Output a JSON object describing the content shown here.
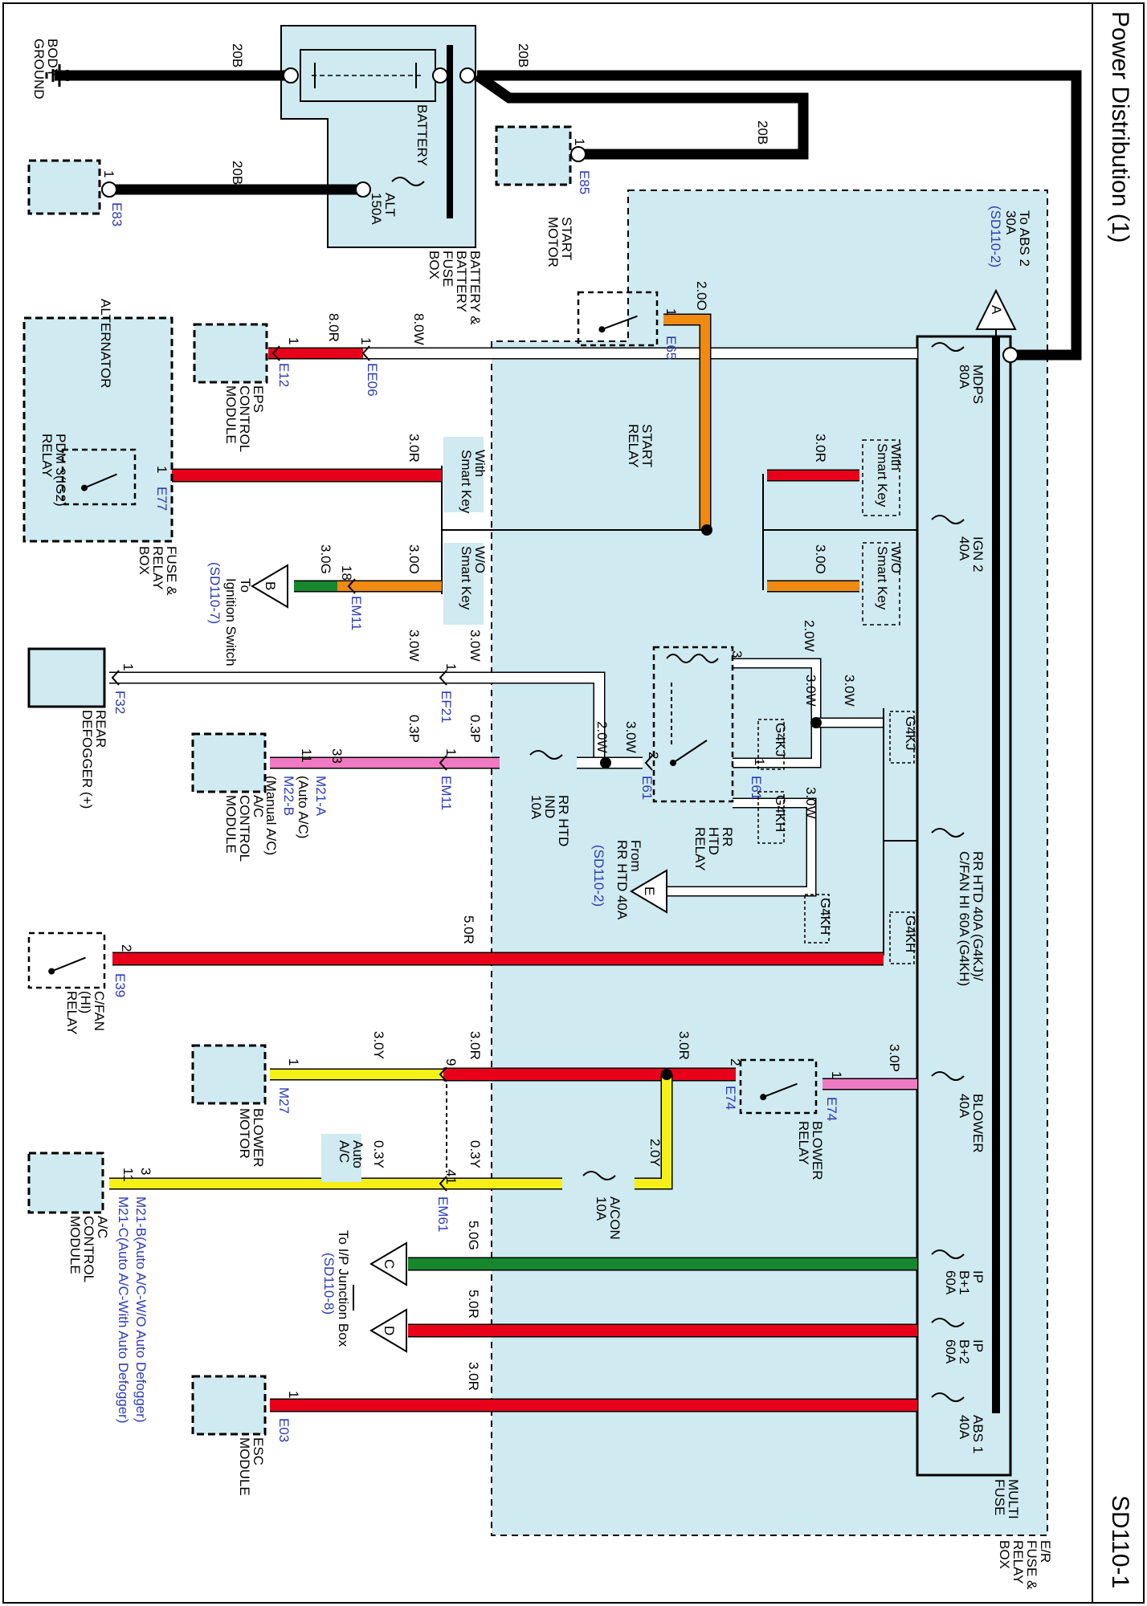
{
  "header": {
    "title": "Power Distribution (1)",
    "page_code": "SD110-1"
  },
  "colors": {
    "panel": "#cfeaf0",
    "red": "#e8001a",
    "orange": "#f08a10",
    "green": "#17872e",
    "yellow": "#f5f018",
    "pink": "#f07ac2",
    "white": "#ffffff",
    "black": "#000000",
    "connector_text": "#2c3bb0"
  },
  "battery_box": {
    "label_lines": [
      "BATTERY &",
      "BATTERY",
      "FUSE",
      "BOX"
    ],
    "battery_label": "BATTERY",
    "alt_fuse": [
      "ALT",
      "150A"
    ]
  },
  "body_ground": {
    "label_lines": [
      "BODY",
      "GROUND"
    ],
    "wire": "20B"
  },
  "start_motor": {
    "label_lines": [
      "START",
      "MOTOR"
    ],
    "connector": "E85",
    "pin": "1",
    "wire": "20B"
  },
  "alternator": {
    "label": "ALTERNATOR",
    "connector": "E83",
    "pin": "1",
    "wire": "20B"
  },
  "battery_to_junction_wire": "20B",
  "er_box": {
    "label_lines": [
      "E/R",
      "FUSE &",
      "RELAY",
      "BOX"
    ]
  },
  "multi_fuse": {
    "label_lines": [
      "MULTI",
      "FUSE"
    ]
  },
  "fuses": [
    {
      "id": "mdps",
      "lines": [
        "MDPS",
        "80A"
      ]
    },
    {
      "id": "ign2",
      "lines": [
        "IGN 2",
        "40A"
      ]
    },
    {
      "id": "rr_htd",
      "lines": [
        "RR HTD 40A (G4KJ)/",
        "C/FAN HI 60A (G4KH)"
      ]
    },
    {
      "id": "blower",
      "lines": [
        "BLOWER",
        "40A"
      ]
    },
    {
      "id": "ip_b1",
      "lines": [
        "IP",
        "B+1",
        "60A"
      ]
    },
    {
      "id": "ip_b2",
      "lines": [
        "IP",
        "B+2",
        "60A"
      ]
    },
    {
      "id": "abs1",
      "lines": [
        "ABS 1",
        "40A"
      ]
    }
  ],
  "to_abs2": {
    "letter": "A",
    "lines": [
      "To ABS 2",
      "30A"
    ],
    "ref": "(SD110-2)"
  },
  "eps": {
    "label_lines": [
      "EPS",
      "CONTROL",
      "MODULE"
    ],
    "wire_out": "8.0W",
    "wire_in": "8.0R",
    "connector_a": "EE06",
    "pin_a": "1",
    "connector_b": "E12",
    "pin_b": "1"
  },
  "start_relay": {
    "label_lines": [
      "START",
      "RELAY"
    ],
    "connector": "E65",
    "pin": "1",
    "wire": "2.0O"
  },
  "smart_key": {
    "with": [
      "With",
      "Smart Key"
    ],
    "without": [
      "W/O",
      "Smart Key"
    ],
    "wire_with_left": "3.0R",
    "wire_without_left": "3.0O",
    "wire_with_right": "3.0R",
    "wire_without_right": "3.0O"
  },
  "pdm_relay": {
    "label_lines": [
      "FUSE &",
      "RELAY",
      "BOX"
    ],
    "relay_lines": [
      "PDM 3(IG2)",
      "RELAY"
    ],
    "connector": "E77",
    "pin": "1"
  },
  "ignition": {
    "letter": "B",
    "lines": [
      "To",
      "Ignition Switch"
    ],
    "ref": "(SD110-7)",
    "connector": "EM11",
    "pin": "18",
    "wire_in": "3.0O",
    "wire_out": "3.0G"
  },
  "rear_defogger": {
    "label_lines": [
      "REAR",
      "DEFOGGER (+)"
    ],
    "connector_a": "F32",
    "pin_a": "1",
    "connector_b": "EF21",
    "pin_b": "1",
    "wire_a": "3.0W",
    "wire_b": "3.0W"
  },
  "rr_htd_relay": {
    "label_lines": [
      "RR",
      "HTD",
      "RELAY"
    ],
    "connector": "E61",
    "pins": [
      "3",
      "2",
      "1"
    ],
    "wire_top": "2.0W",
    "wire_mid": "3.0W",
    "wire_mid2": "3.0W",
    "wire_left_a": "2.0W",
    "wire_left_b": "3.0W",
    "variant_kj": "G4KJ",
    "variant_kh": "G4KH",
    "wire_kh": "3.0W"
  },
  "rr_htd_ind": {
    "lines": [
      "RR HTD",
      "IND",
      "10A"
    ]
  },
  "from_rr_htd": {
    "letter": "E",
    "lines": [
      "From",
      "RR HTD 40A"
    ],
    "ref": "(SD110-2)"
  },
  "ac_module_1": {
    "label_lines": [
      "A/C",
      "CONTROL",
      "MODULE"
    ],
    "connector": "EM11",
    "pin": "1",
    "pin_m21a": "33",
    "pin_m22b": "11",
    "wire_a": "0.3P",
    "wire_b": "0.3P",
    "variants": [
      {
        "conn": "M21-A",
        "desc": "(Auto A/C)"
      },
      {
        "conn": "M22-B",
        "desc": "(Manual A/C)"
      }
    ]
  },
  "cfan_relay": {
    "label_lines": [
      "C/FAN",
      "(HI)",
      "RELAY"
    ],
    "connector": "E39",
    "pin": "2",
    "wire": "5.0R",
    "variant_kh_a": "G4KH",
    "variant_kh_b": "G4KH"
  },
  "blower_relay": {
    "label_lines": [
      "BLOWER",
      "RELAY"
    ],
    "connector": "E74",
    "pin_in": "1",
    "pin_out": "2",
    "wire_in": "3.0P",
    "wire_out": "3.0R"
  },
  "blower_motor": {
    "label_lines": [
      "BLOWER",
      "MOTOR"
    ],
    "connector": "M27",
    "pin": "1",
    "pin_em": "9",
    "wire_a": "3.0Y",
    "wire_b": "3.0R"
  },
  "ac_con_fuse": {
    "lines": [
      "A/CON",
      "10A"
    ],
    "wire": "2.0Y"
  },
  "auto_ac": {
    "lines": [
      "Auto",
      "A/C"
    ],
    "connector": "EM61",
    "pin": "41",
    "wire_a": "0.3Y",
    "wire_b": "0.3Y"
  },
  "ac_module_2": {
    "label_lines": [
      "A/C",
      "CONTROL",
      "MODULE"
    ],
    "pins": [
      "11",
      "3"
    ],
    "variants": [
      "M21-B(Auto A/C-W/O Auto Defogger)",
      "M21-C(Auto A/C-With Auto Defogger)"
    ]
  },
  "ip_junction": {
    "lines": [
      "To I/P Junction Box"
    ],
    "ref": "(SD110-8)",
    "letter_c": "C",
    "letter_d": "D",
    "wire_c": "5.0G",
    "wire_d": "5.0R"
  },
  "esc": {
    "label_lines": [
      "ESC",
      "MODULE"
    ],
    "connector": "E03",
    "pin": "1",
    "wire": "3.0R"
  }
}
